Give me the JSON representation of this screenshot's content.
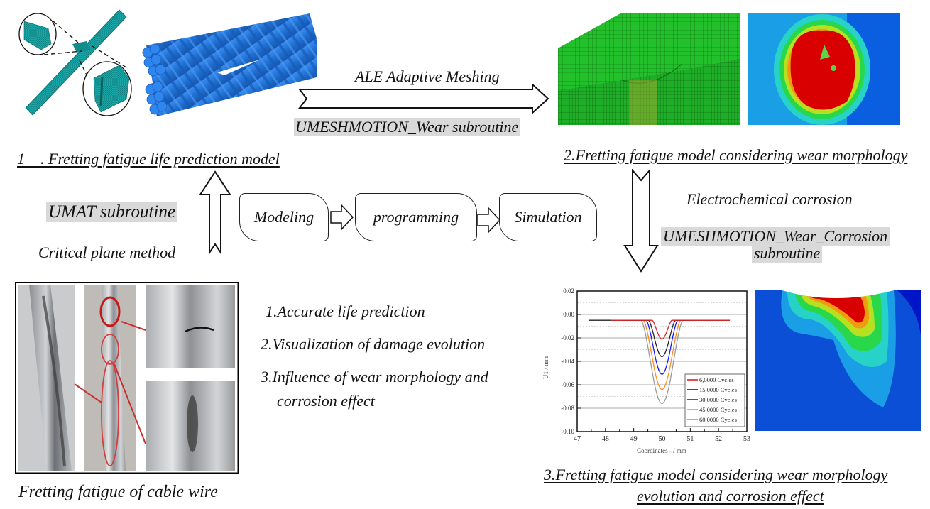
{
  "top_left": {
    "caption": "1　. Fretting fatigue life prediction model"
  },
  "top_arrow": {
    "label_above": "ALE Adaptive Meshing",
    "label_below": "UMESHMOTION_Wear subroutine"
  },
  "top_right": {
    "caption": "2.Fretting fatigue model considering wear morphology"
  },
  "left_arrow": {
    "label_highlight": "UMAT subroutine",
    "label_below": "Critical plane method"
  },
  "right_arrow": {
    "label_above": "Electrochemical corrosion",
    "label_highlight_line1": "UMESHMOTION_Wear_Corrosion",
    "label_highlight_line2": "subroutine"
  },
  "flow": {
    "steps": [
      "Modeling",
      "programming",
      "Simulation"
    ]
  },
  "benefits": [
    "1.Accurate life prediction",
    "2.Visualization of damage evolution",
    "3.Influence of wear morphology and",
    "corrosion effect"
  ],
  "bottom_left": {
    "caption": "Fretting fatigue of cable wire"
  },
  "bottom_right": {
    "caption_line1": "3.Fretting fatigue model considering wear morphology",
    "caption_line2": "evolution and corrosion effect"
  },
  "colors": {
    "mesh_teal": "#1aa6a6",
    "strand_blue": "#1f6fd0",
    "mesh_green": "#22c02a",
    "contour_red": "#d80000",
    "contour_blue": "#0a4fd6",
    "highlight_gray": "#d9d9d9"
  },
  "chart_data": {
    "type": "line",
    "title": "",
    "xlabel": "Coordinates - / mm",
    "ylabel": "U1 / mm",
    "xlim": [
      47,
      53
    ],
    "ylim": [
      -0.1,
      0.02
    ],
    "xticks": [
      "47",
      "48",
      "49",
      "50",
      "51",
      "52",
      "53"
    ],
    "yticks": [
      "0.02",
      "0.00",
      "-0.02",
      "-0.04",
      "-0.06",
      "-0.08",
      "-0.10"
    ],
    "grid": true,
    "legend_position": "bottom-right",
    "series": [
      {
        "name": "6,0000 Cycles",
        "color": "#e02020",
        "baseline": -0.005,
        "center": 50.0,
        "depth": -0.021,
        "half_width": 0.35,
        "x_range": [
          48.2,
          52.4
        ]
      },
      {
        "name": "15,0000 Cycles",
        "color": "#222222",
        "baseline": -0.005,
        "center": 50.0,
        "depth": -0.036,
        "half_width": 0.48,
        "x_range": [
          47.4,
          52.4
        ]
      },
      {
        "name": "30,0000 Cycles",
        "color": "#1a1aee",
        "baseline": -0.005,
        "center": 50.0,
        "depth": -0.051,
        "half_width": 0.56,
        "x_range": [
          49.0,
          51.0
        ]
      },
      {
        "name": "45,0000 Cycles",
        "color": "#ff8c1a",
        "baseline": -0.005,
        "center": 50.0,
        "depth": -0.064,
        "half_width": 0.66,
        "x_range": [
          49.0,
          51.0
        ]
      },
      {
        "name": "60,0000 Cycles",
        "color": "#999999",
        "baseline": -0.005,
        "center": 50.0,
        "depth": -0.076,
        "half_width": 0.74,
        "x_range": [
          48.6,
          51.2
        ]
      }
    ]
  }
}
